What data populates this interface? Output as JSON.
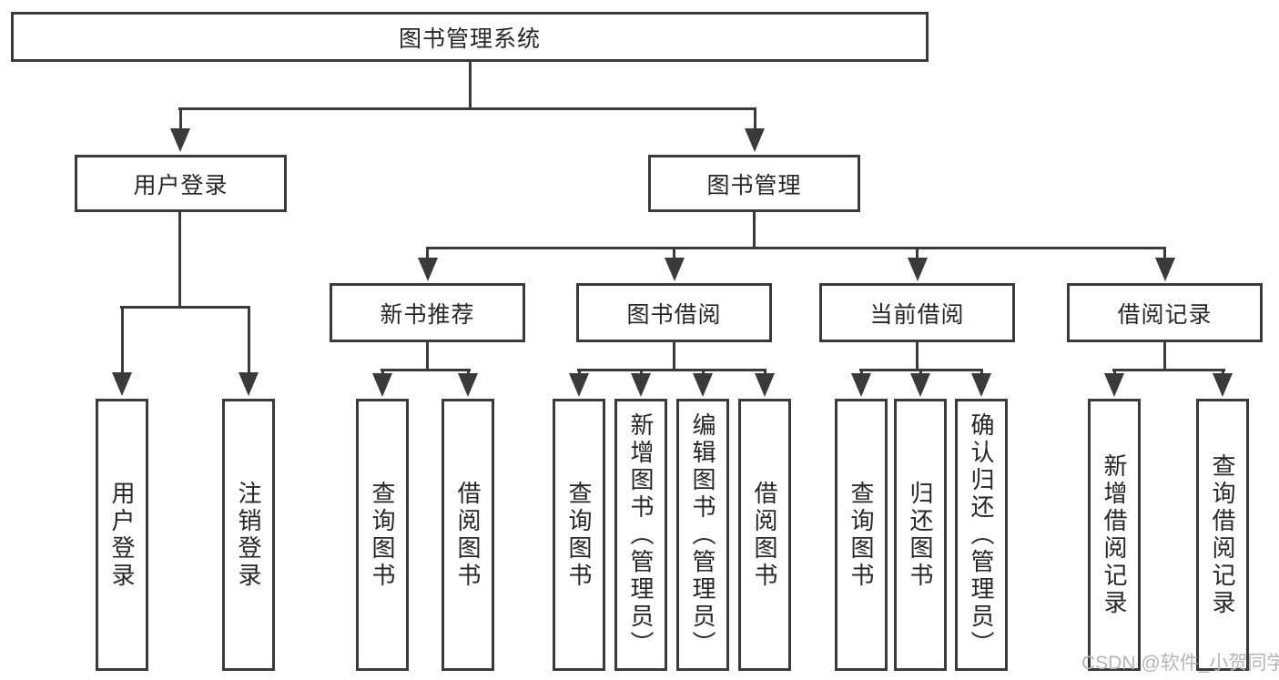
{
  "root": {
    "label": "图书管理系统"
  },
  "branch_user": {
    "label": "用户登录",
    "leaves": [
      "用户登录",
      "注销登录"
    ]
  },
  "branch_books": {
    "label": "图书管理",
    "sections": [
      {
        "label": "新书推荐",
        "leaves": [
          "查询图书",
          "借阅图书"
        ]
      },
      {
        "label": "图书借阅",
        "leaves": [
          "查询图书",
          "新增图书（管理员）",
          "编辑图书（管理员）",
          "借阅图书"
        ]
      },
      {
        "label": "当前借阅",
        "leaves": [
          "查询图书",
          "归还图书",
          "确认归还（管理员）"
        ]
      },
      {
        "label": "借阅记录",
        "leaves": [
          "新增借阅记录",
          "查询借阅记录"
        ]
      }
    ]
  },
  "watermark": "CSDN @软件_小贺同学",
  "colors": {
    "line": "#3a3a3a",
    "text": "#262626",
    "watermark": "#b5b5b5",
    "background": "#ffffff"
  }
}
